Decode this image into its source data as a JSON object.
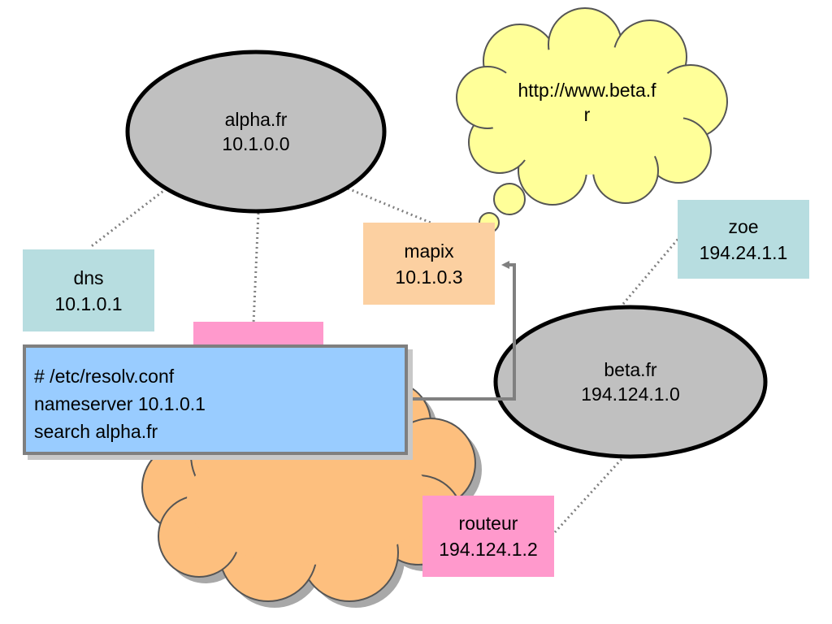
{
  "networks": {
    "alpha": {
      "name": "alpha.fr",
      "address": "10.1.0.0"
    },
    "beta": {
      "name": "beta.fr",
      "address": "194.124.1.0"
    }
  },
  "hosts": {
    "dns": {
      "name": "dns",
      "address": "10.1.0.1"
    },
    "mapix": {
      "name": "mapix",
      "address": "10.1.0.3"
    },
    "zoe": {
      "name": "zoe",
      "address": "194.24.1.1"
    },
    "routeur": {
      "name": "routeur",
      "address": "194.124.1.2"
    }
  },
  "thought_bubble": {
    "line1": "http://www.beta.f",
    "line2": "r"
  },
  "resolv_conf": {
    "line1": "# /etc/resolv.conf",
    "line2": "nameserver 10.1.0.1",
    "line3": "search alpha.fr"
  },
  "colors": {
    "network_fill": "#c0c0c0",
    "host_teal": "#b7dde0",
    "host_peach": "#fcd0a1",
    "host_pink": "#ff99cc",
    "cloud_orange": "#fdbf7e",
    "cloud_yellow": "#ffff99",
    "config_box": "#99ccff",
    "connector_gray": "#808080"
  }
}
